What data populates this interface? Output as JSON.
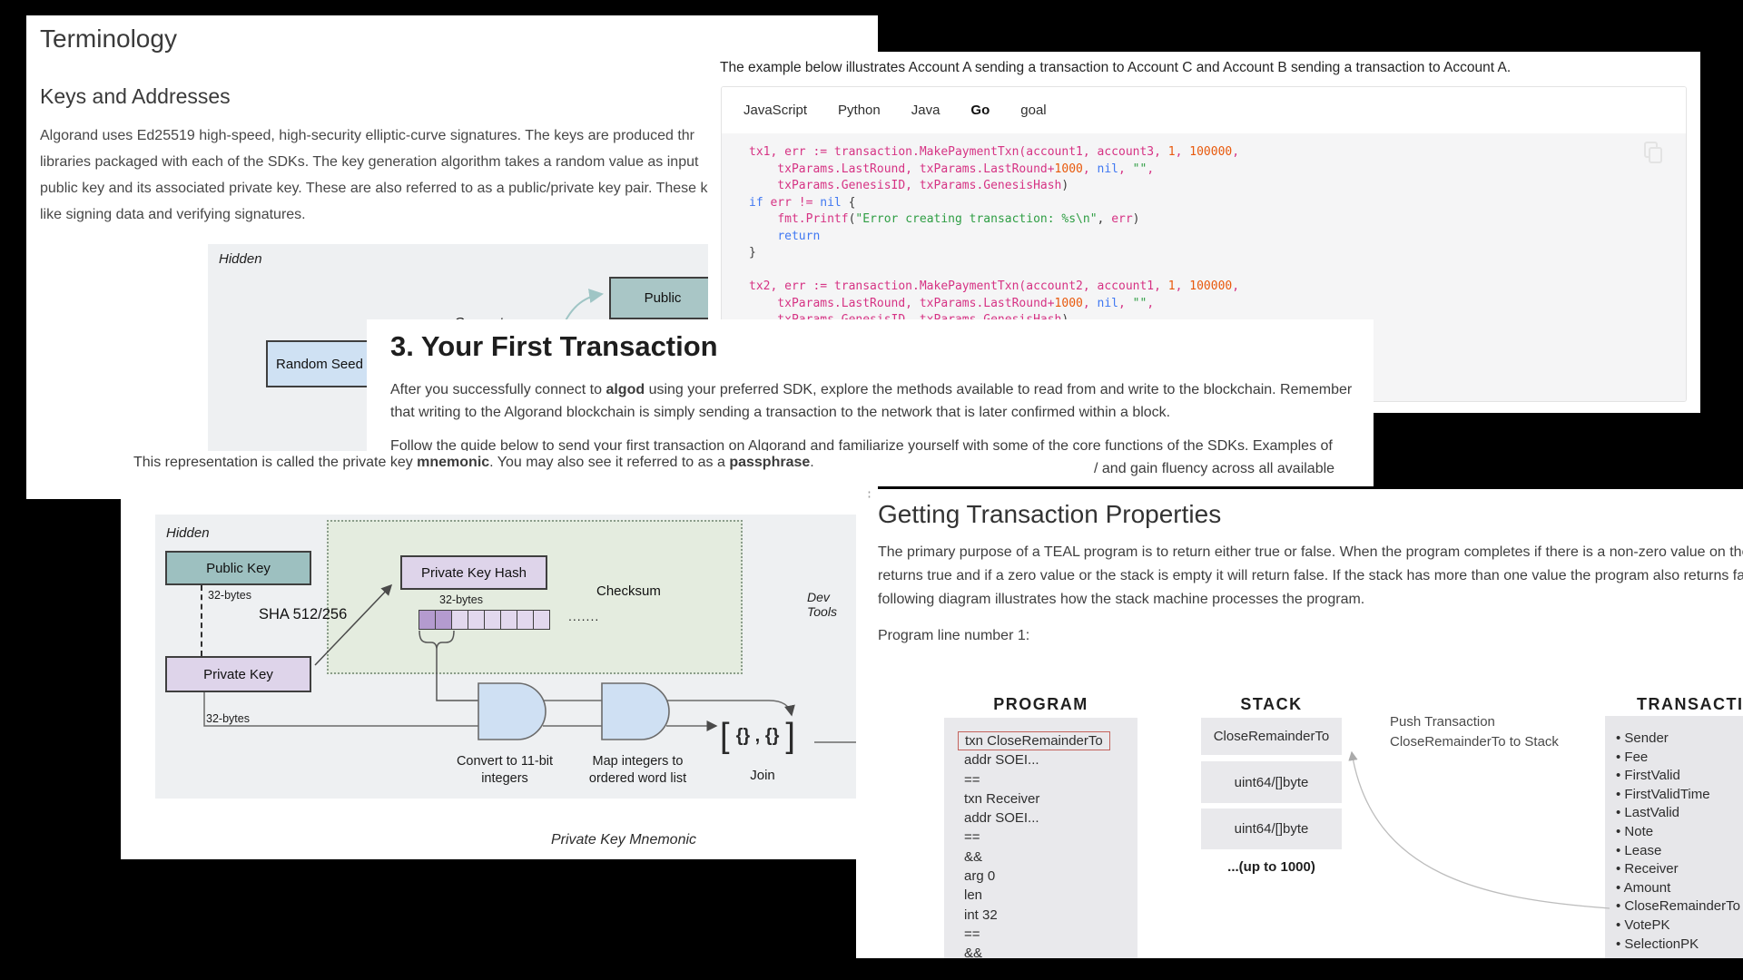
{
  "colors": {
    "background": "#000000",
    "panel": "#ffffff",
    "diagram_bg": "#eef0f2",
    "teal_box": "#a9c6c6",
    "blue_box": "#cfe1f3",
    "purple_box": "#ded4ea",
    "green_region": "#e4ecdf",
    "gate_blue": "#cfe0f3",
    "gray_box": "#e9e9ec",
    "red_outline": "#c4635c",
    "code_identifier": "#d63384",
    "code_number": "#e8590c",
    "code_string": "#2f9e44",
    "code_keyword": "#4078f2"
  },
  "terminology": {
    "title": "Terminology",
    "subtitle": "Keys and Addresses",
    "para_lines": [
      "Algorand uses Ed25519 high-speed, high-security elliptic-curve signatures. The keys are produced thr",
      "libraries packaged with each of the SDKs. The key generation algorithm takes a random value as input",
      "public key and its associated private key. These are also referred to as a public/private key pair. These k",
      "like signing data and verifying signatures."
    ],
    "diagram": {
      "hidden_label": "Hidden",
      "random_seed": "Random Seed",
      "generator": "Generator",
      "public": "Public"
    }
  },
  "code_panel": {
    "description": "The example below illustrates Account A sending a transaction to Account C and Account B sending a transaction to Account A.",
    "tabs_tokens": [
      [
        "tab",
        "JavaScript"
      ],
      [
        "tab",
        "Python"
      ],
      [
        "tab",
        "Java"
      ],
      [
        "tab_active",
        "Go"
      ],
      [
        "tab",
        "goal"
      ]
    ],
    "active_tab": "Go",
    "lines": [
      [
        [
          "p",
          "tx1, err := transaction.MakePaymentTxn(account1, account3, "
        ],
        [
          "n",
          "1"
        ],
        [
          "p",
          ", "
        ],
        [
          "n",
          "100000"
        ],
        [
          "p",
          ","
        ]
      ],
      [
        [
          "p",
          "    txParams.LastRound, txParams.LastRound+"
        ],
        [
          "n",
          "1000"
        ],
        [
          "p",
          ", "
        ],
        [
          "b",
          "nil"
        ],
        [
          "p",
          ", "
        ],
        [
          "g",
          "\"\""
        ],
        [
          "p",
          ","
        ]
      ],
      [
        [
          "p",
          "    txParams.GenesisID, txParams.GenesisHash"
        ],
        [
          "d",
          ")"
        ]
      ],
      [
        [
          "b",
          "if"
        ],
        [
          "d",
          " "
        ],
        [
          "p",
          "err != "
        ],
        [
          "b",
          "nil"
        ],
        [
          "d",
          " {"
        ]
      ],
      [
        [
          "d",
          "    "
        ],
        [
          "p",
          "fmt.Printf"
        ],
        [
          "d",
          "("
        ],
        [
          "g",
          "\"Error creating transaction: %s\\n\""
        ],
        [
          "d",
          ", "
        ],
        [
          "p",
          "err"
        ],
        [
          "d",
          ")"
        ]
      ],
      [
        [
          "d",
          "    "
        ],
        [
          "b",
          "return"
        ]
      ],
      [
        [
          "d",
          "}"
        ]
      ],
      [
        [
          "d",
          ""
        ]
      ],
      [
        [
          "p",
          "tx2, err := transaction.MakePaymentTxn(account2, account1, "
        ],
        [
          "n",
          "1"
        ],
        [
          "p",
          ", "
        ],
        [
          "n",
          "100000"
        ],
        [
          "p",
          ","
        ]
      ],
      [
        [
          "p",
          "    txParams.LastRound, txParams.LastRound+"
        ],
        [
          "n",
          "1000"
        ],
        [
          "p",
          ", "
        ],
        [
          "b",
          "nil"
        ],
        [
          "p",
          ", "
        ],
        [
          "g",
          "\"\""
        ],
        [
          "p",
          ","
        ]
      ],
      [
        [
          "p",
          "    txParams.GenesisID, txParams.GenesisHash"
        ],
        [
          "d",
          ")"
        ]
      ]
    ]
  },
  "first_transaction": {
    "heading": "3. Your First Transaction",
    "line1_tokens": [
      [
        "t",
        "After you successfully connect to "
      ],
      [
        "bold",
        "algod"
      ],
      [
        "t",
        " using your preferred SDK, explore the methods available to read from and write to the blockchain. Remember"
      ]
    ],
    "line2": "that writing to the Algorand blockchain is simply sending a transaction to the network that is later confirmed within a block.",
    "line3": "Follow the guide below to send your first transaction on Algorand and familiarize yourself with some of the core functions of the SDKs. Examples of",
    "fragment": "/ and gain fluency across all available"
  },
  "mnemonic": {
    "sentence_tokens": [
      [
        "t",
        "This representation is called the private key "
      ],
      [
        "bold",
        "mnemonic"
      ],
      [
        "t",
        ". You may also see it referred to as a "
      ],
      [
        "bold",
        "passphrase"
      ],
      [
        "t",
        "."
      ]
    ],
    "diagram": {
      "hidden_label": "Hidden",
      "public_key": "Public Key",
      "private_key": "Private Key",
      "private_key_hash": "Private Key Hash",
      "bytes_label": "32-bytes",
      "sha_label": "SHA 512/256",
      "checksum": "Checksum",
      "trailing_dots": ".......",
      "dev_tools": "Dev Tools",
      "convert_line1": "Convert to 11-bit",
      "convert_line2": "integers",
      "map_line1": "Map integers to",
      "map_line2": "ordered word list",
      "join": "Join",
      "bracket_left": "[",
      "bracket_pair": "{} , {}",
      "bracket_right": "]"
    },
    "caption": "Private Key Mnemonic"
  },
  "getting": {
    "heading": "Getting Transaction Properties",
    "dots_mark": "⋮",
    "body_lines": [
      "The primary purpose of a TEAL program is to return either true or false. When the program completes if there is a non-zero value on the",
      "returns true and if a zero value or the stack is empty it will return false. If the stack has more than one value the program also returns fa",
      "following diagram illustrates how the stack machine processes the program."
    ],
    "program_line_label": "Program line number 1:",
    "program": {
      "header": "PROGRAM",
      "rows": [
        "txn CloseRemainderTo",
        "addr SOEI...",
        "==",
        "txn Receiver",
        "addr SOEI...",
        "==",
        "&&",
        "arg 0",
        "len",
        "int 32",
        "==",
        "&&"
      ]
    },
    "stack": {
      "header": "STACK",
      "boxes": [
        "CloseRemainderTo",
        "uint64/[]byte",
        "uint64/[]byte"
      ],
      "upto": "...(up to 1000)"
    },
    "push_note": [
      "Push Transaction",
      "CloseRemainderTo to Stack"
    ],
    "transaction": {
      "header": "TRANSACTION",
      "items": [
        "Sender",
        "Fee",
        "FirstValid",
        "FirstValidTime",
        "LastValid",
        "Note",
        "Lease",
        "Receiver",
        "Amount",
        "CloseRemainderTo",
        "VotePK",
        "SelectionPK"
      ]
    }
  }
}
